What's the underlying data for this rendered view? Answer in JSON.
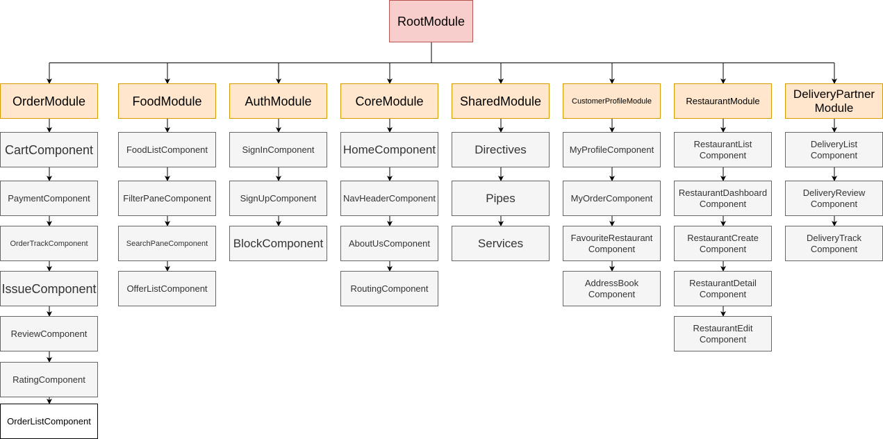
{
  "root": {
    "label": "RootModule"
  },
  "columns": [
    {
      "module": "OrderModule",
      "items": [
        "CartComponent",
        "PaymentComponent",
        "OrderTrackComponent",
        "IssueComponent",
        "ReviewComponent",
        "RatingComponent",
        "OrderListComponent"
      ]
    },
    {
      "module": "FoodModule",
      "items": [
        "FoodListComponent",
        "FilterPaneComponent",
        "SearchPaneComponent",
        "OfferListComponent"
      ]
    },
    {
      "module": "AuthModule",
      "items": [
        "SignInComponent",
        "SignUpComponent",
        "BlockComponent"
      ]
    },
    {
      "module": "CoreModule",
      "items": [
        "HomeComponent",
        "NavHeaderComponent",
        "AboutUsComponent",
        "RoutingComponent"
      ]
    },
    {
      "module": "SharedModule",
      "items": [
        "Directives",
        "Pipes",
        "Services"
      ]
    },
    {
      "module": "CustomerProfileModule",
      "items": [
        "MyProfileComponent",
        "MyOrderComponent",
        "FavouriteRestaurant\nComponent",
        "AddressBook\nComponent"
      ]
    },
    {
      "module": "RestaurantModule",
      "items": [
        "RestaurantList\nComponent",
        "RestaurantDashboard\nComponent",
        "RestaurantCreate\nComponent",
        "RestaurantDetail\nComponent",
        "RestaurantEdit\nComponent"
      ]
    },
    {
      "module": "DeliveryPartner\nModule",
      "items": [
        "DeliveryList\nComponent",
        "DeliveryReview\nComponent",
        "DeliveryTrack\nComponent"
      ]
    }
  ]
}
